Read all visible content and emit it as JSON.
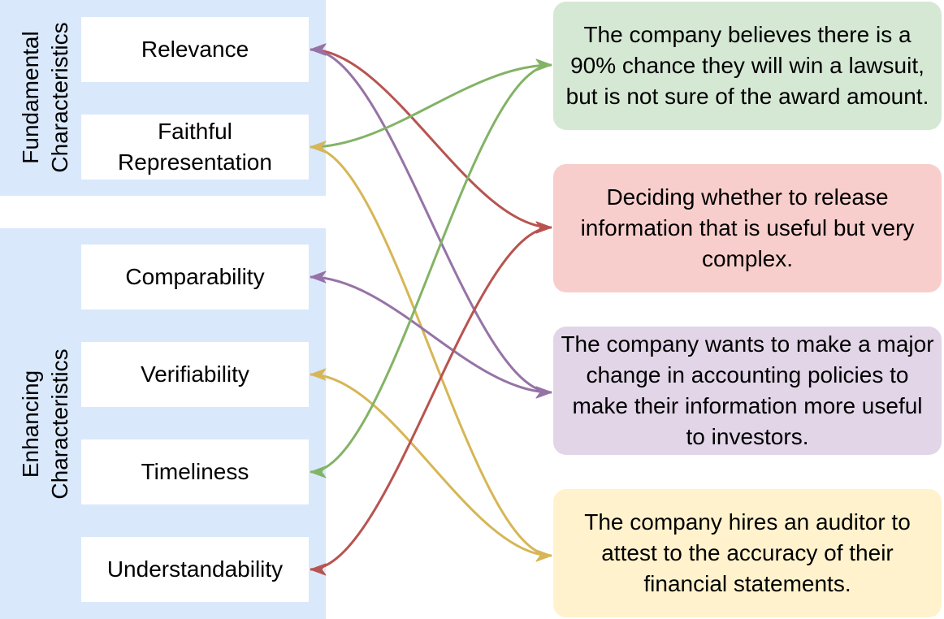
{
  "groups": {
    "fundamental": {
      "label": "Fundamental\nCharacteristics",
      "fill": "#dae8fc"
    },
    "enhancing": {
      "label": "Enhancing\nCharacteristics",
      "fill": "#dae8fc"
    }
  },
  "terms": [
    {
      "id": "relevance",
      "label": "Relevance"
    },
    {
      "id": "faithful",
      "label": "Faithful\nRepresentation"
    },
    {
      "id": "comparability",
      "label": "Comparability"
    },
    {
      "id": "verifiability",
      "label": "Verifiability"
    },
    {
      "id": "timeliness",
      "label": "Timeliness"
    },
    {
      "id": "understandability",
      "label": "Understandability"
    }
  ],
  "examples": [
    {
      "id": "lawsuit",
      "text": "The company believes there is a 90% chance they will win a lawsuit, but is not sure of the award amount.",
      "fill": "#d5e8d4"
    },
    {
      "id": "complex",
      "text": "Deciding whether to release information that is useful but very complex.",
      "fill": "#f8cecc"
    },
    {
      "id": "policy",
      "text": "The company wants to make a major change in accounting policies to make their information more useful to investors.",
      "fill": "#e1d5e7"
    },
    {
      "id": "auditor",
      "text": "The company hires an auditor to attest to the accuracy of their financial statements.",
      "fill": "#fff2cc"
    }
  ],
  "connections": [
    {
      "from": "relevance",
      "to": "complex",
      "color": "#b85450"
    },
    {
      "from": "relevance",
      "to": "policy",
      "color": "#9673a6"
    },
    {
      "from": "faithful",
      "to": "lawsuit",
      "color": "#82b366"
    },
    {
      "from": "faithful",
      "to": "auditor",
      "color": "#d6b656"
    },
    {
      "from": "comparability",
      "to": "policy",
      "color": "#9673a6"
    },
    {
      "from": "verifiability",
      "to": "auditor",
      "color": "#d6b656"
    },
    {
      "from": "timeliness",
      "to": "lawsuit",
      "color": "#82b366"
    },
    {
      "from": "understandability",
      "to": "complex",
      "color": "#b85450"
    }
  ]
}
